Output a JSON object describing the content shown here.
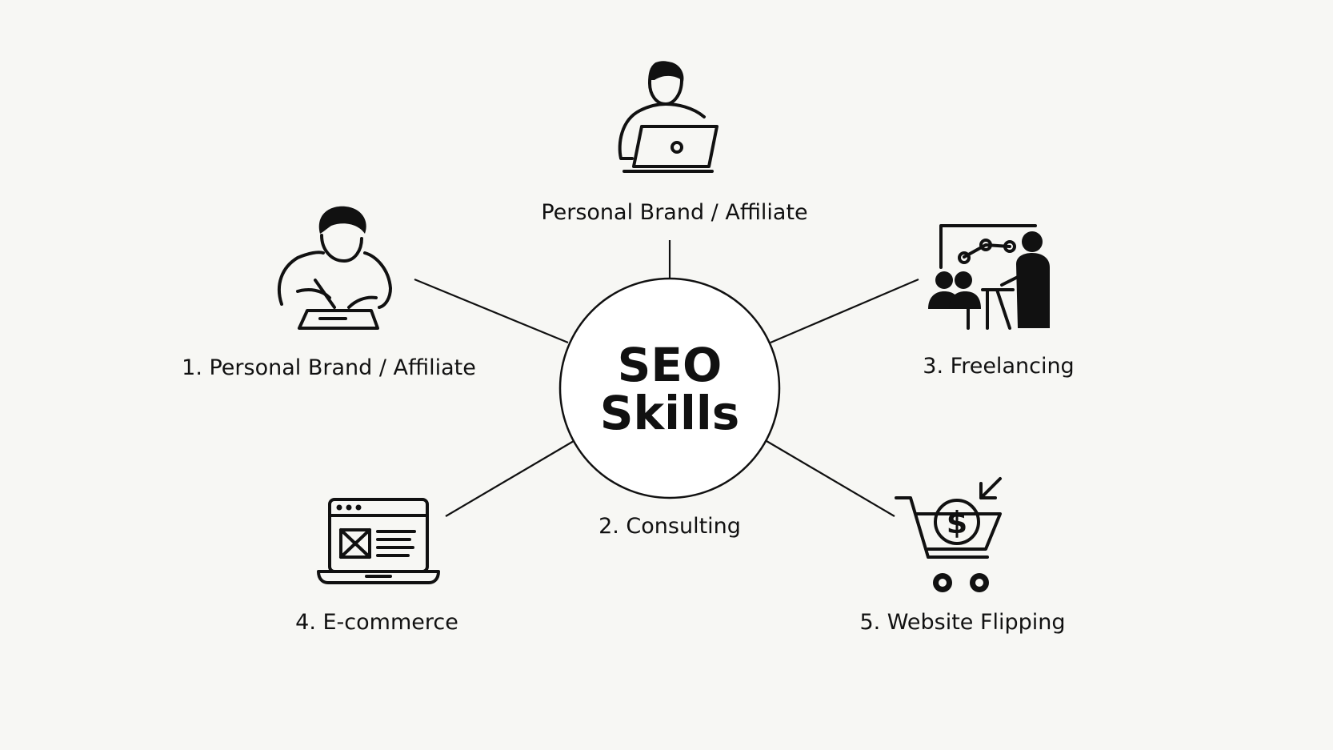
{
  "hub": {
    "line1": "SEO",
    "line2": "Skills"
  },
  "nodes": {
    "top": {
      "label": "Personal Brand / Affiliate",
      "icon": "person-laptop-icon"
    },
    "left": {
      "label": "1. Personal Brand / Affiliate",
      "icon": "person-writing-icon"
    },
    "right": {
      "label": "3. Freelancing",
      "icon": "presentation-icon"
    },
    "bottom": {
      "label": "2. Consulting"
    },
    "bottom_left": {
      "label": "4. E-commerce",
      "icon": "laptop-webpage-icon"
    },
    "bottom_right": {
      "label": "5. Website Flipping",
      "icon": "shopping-cart-dollar-icon"
    }
  },
  "colors": {
    "background": "#f7f7f4",
    "ink": "#111111"
  }
}
